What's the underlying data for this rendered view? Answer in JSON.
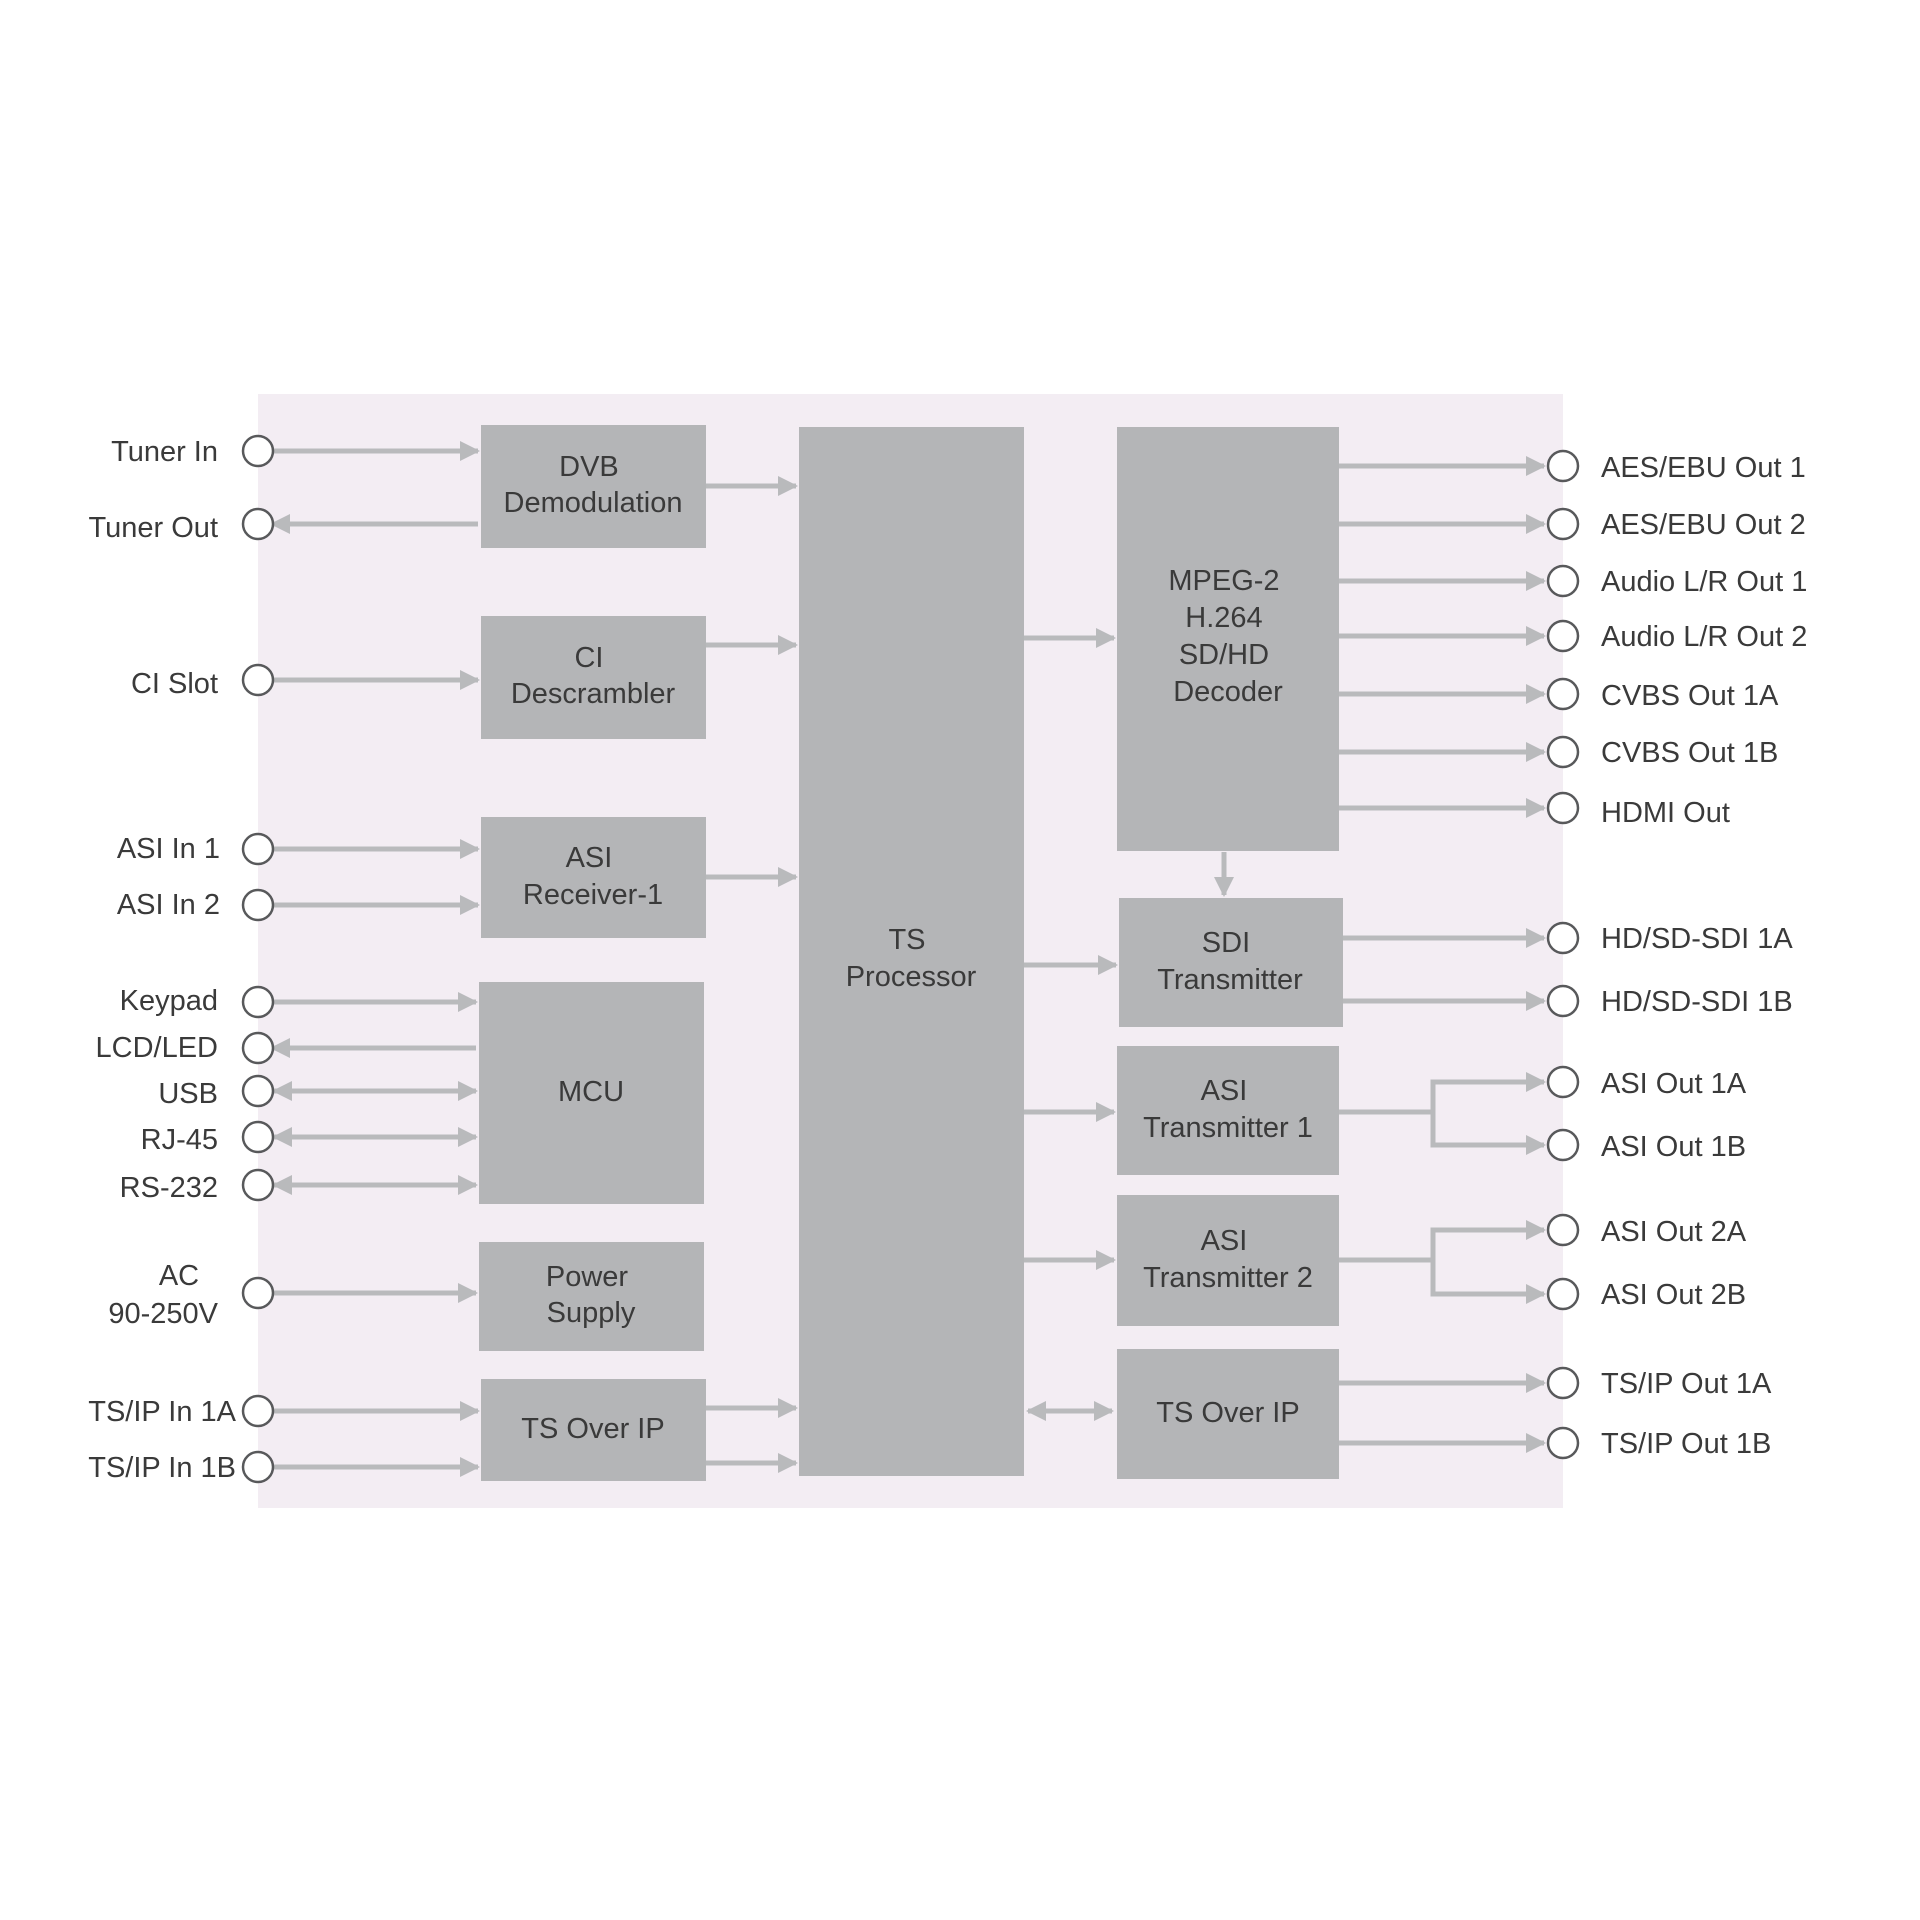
{
  "colors": {
    "panel": "#f3edf3",
    "block": "#b4b5b7",
    "wire": "#b9babc",
    "text": "#3a3a3a"
  },
  "inputs": {
    "tuner_in": "Tuner In",
    "tuner_out": "Tuner Out",
    "ci_slot": "CI Slot",
    "asi_in_1": "ASI In 1",
    "asi_in_2": "ASI In 2",
    "keypad": "Keypad",
    "lcd_led": "LCD/LED",
    "usb": "USB",
    "rj45": "RJ-45",
    "rs232": "RS-232",
    "ac_line1": "AC",
    "ac_line2": "90-250V",
    "tsip_in_1a": "TS/IP In 1A",
    "tsip_in_1b": "TS/IP In 1B"
  },
  "blocks": {
    "dvb": [
      "DVB",
      "Demodulation"
    ],
    "ci": [
      "CI",
      "Descrambler"
    ],
    "asi_rx": [
      "ASI",
      "Receiver-1"
    ],
    "mcu": [
      "MCU"
    ],
    "power": [
      "Power",
      "Supply"
    ],
    "tsoip_in": [
      "TS Over IP"
    ],
    "ts_proc": [
      "TS",
      "Processor"
    ],
    "decoder": [
      "MPEG-2",
      "H.264",
      "SD/HD",
      "Decoder"
    ],
    "sdi_tx": [
      "SDI",
      "Transmitter"
    ],
    "asi_tx1": [
      "ASI",
      "Transmitter 1"
    ],
    "asi_tx2": [
      "ASI",
      "Transmitter 2"
    ],
    "tsoip_out": [
      "TS Over IP"
    ]
  },
  "outputs": {
    "aes1": "AES/EBU Out 1",
    "aes2": "AES/EBU Out 2",
    "audio1": "Audio L/R Out 1",
    "audio2": "Audio L/R Out 2",
    "cvbs1a": "CVBS Out 1A",
    "cvbs1b": "CVBS Out 1B",
    "hdmi": "HDMI Out",
    "sdi1a": "HD/SD-SDI 1A",
    "sdi1b": "HD/SD-SDI 1B",
    "asi1a": "ASI Out 1A",
    "asi1b": "ASI Out 1B",
    "asi2a": "ASI Out 2A",
    "asi2b": "ASI Out 2B",
    "tsip1a": "TS/IP Out 1A",
    "tsip1b": "TS/IP Out 1B"
  }
}
